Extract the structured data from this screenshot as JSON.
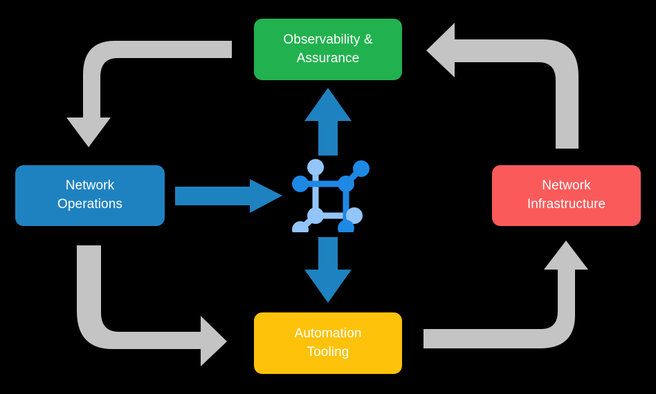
{
  "diagram": {
    "title": "Network automation lifecycle loop",
    "background_color": "#000000",
    "center_icon": {
      "name": "network-topology-icon",
      "primary_color": "#1E88E5",
      "secondary_color": "#90C2F5"
    },
    "nodes": [
      {
        "id": "observability-assurance",
        "label": "Observability &\nAssurance",
        "color": "#22B14F",
        "text_color": "#FFFFFF",
        "position": "top"
      },
      {
        "id": "network-operations",
        "label": "Network\nOperations",
        "color": "#1F82C0",
        "text_color": "#FFFFFF",
        "position": "left"
      },
      {
        "id": "network-infrastructure",
        "label": "Network\nInfrastructure",
        "color": "#FB5A5A",
        "text_color": "#FFFFFF",
        "position": "right"
      },
      {
        "id": "automation-tooling",
        "label": "Automation\nTooling",
        "color": "#FFC20A",
        "text_color": "#FFFFFF",
        "position": "bottom"
      }
    ],
    "connectors": [
      {
        "id": "blue-arrow-up",
        "color": "#1F82C0",
        "direction": "up",
        "from": "center",
        "to": "observability-assurance"
      },
      {
        "id": "blue-arrow-right",
        "color": "#1F82C0",
        "direction": "right",
        "from": "network-operations",
        "to": "center"
      },
      {
        "id": "blue-arrow-down",
        "color": "#1F82C0",
        "direction": "down",
        "from": "center",
        "to": "automation-tooling"
      },
      {
        "id": "gray-arrow-top-left",
        "color": "#C4C4C4",
        "direction": "down",
        "from": "observability-assurance",
        "to": "network-operations"
      },
      {
        "id": "gray-arrow-bottom-left",
        "color": "#C4C4C4",
        "direction": "right",
        "from": "network-operations",
        "to": "automation-tooling"
      },
      {
        "id": "gray-arrow-top-right",
        "color": "#C4C4C4",
        "direction": "left",
        "from": "network-infrastructure",
        "to": "observability-assurance"
      },
      {
        "id": "gray-arrow-bottom-right",
        "color": "#C4C4C4",
        "direction": "up",
        "from": "automation-tooling",
        "to": "network-infrastructure"
      }
    ]
  }
}
